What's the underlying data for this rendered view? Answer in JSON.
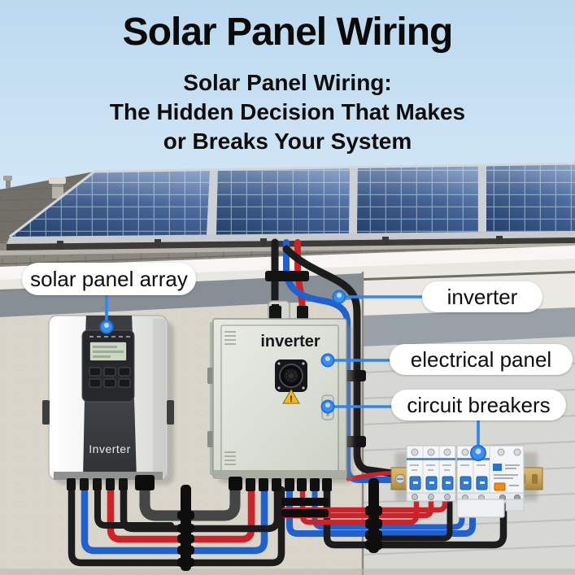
{
  "header": {
    "title": "Solar Panel Wiring",
    "subtitle_lines": [
      "Solar Panel Wiring:",
      "The Hidden Decision That Makes",
      "or Breaks Your System"
    ]
  },
  "callouts": {
    "solar_panel_array": "solar panel array",
    "inverter": "inverter",
    "electrical_panel": "electrical panel",
    "circuit_breakers": "circuit breakers"
  },
  "devices": {
    "wall_inverter_label": "Inverter",
    "panel_box_label": "inverter",
    "warning_mark": "!"
  },
  "colors": {
    "accent_blue": "#2e86f3",
    "wire_red": "#cf2128",
    "wire_blue": "#2161cf",
    "wire_black": "#1c1c1c",
    "solar_panel_blue": "#33517f",
    "sky": "#c6e0f3",
    "breaker_handle_blue": "#2e7cd6",
    "din_rail_gold": "#c9a75b"
  }
}
